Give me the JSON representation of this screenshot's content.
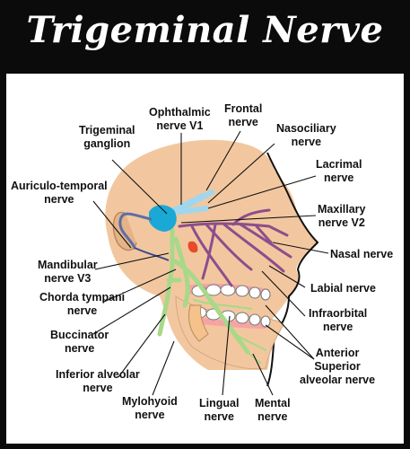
{
  "title": "Trigeminal Nerve",
  "stock_id": "1565557873",
  "colors": {
    "background": "#0b0b0b",
    "panel": "#ffffff",
    "skin": "#f2c79f",
    "ganglion": "#1aa9d6",
    "ophthalmic": "#9fd7ef",
    "maxillary": "#8e4d8c",
    "mandibular": "#a8d88a",
    "teeth_gum": "#f6a3a3"
  },
  "labels": {
    "trigeminal_ganglion": "Trigeminal\nganglion",
    "ophthalmic_v1": "Ophthalmic\nnerve V1",
    "frontal": "Frontal\nnerve",
    "nasociliary": "Nasociliary\nnerve",
    "auriculo_temporal": "Auriculo-temporal\nnerve",
    "lacrimal": "Lacrimal\nnerve",
    "maxillary_v2": "Maxillary\nnerve V2",
    "nasal": "Nasal nerve",
    "mandibular_v3": "Mandibular\nnerve V3",
    "labial": "Labial nerve",
    "chorda_tympani": "Chorda tympani\nnerve",
    "infraorbital": "Infraorbital\nnerve",
    "buccinator": "Buccinator\nnerve",
    "anterior_superior_alveolar": "Anterior\nSuperior\nalveolar nerve",
    "inferior_alveolar": "Inferior alveolar\nnerve",
    "mylohyoid": "Mylohyoid\nnerve",
    "lingual": "Lingual\nnerve",
    "mental": "Mental\nnerve"
  }
}
